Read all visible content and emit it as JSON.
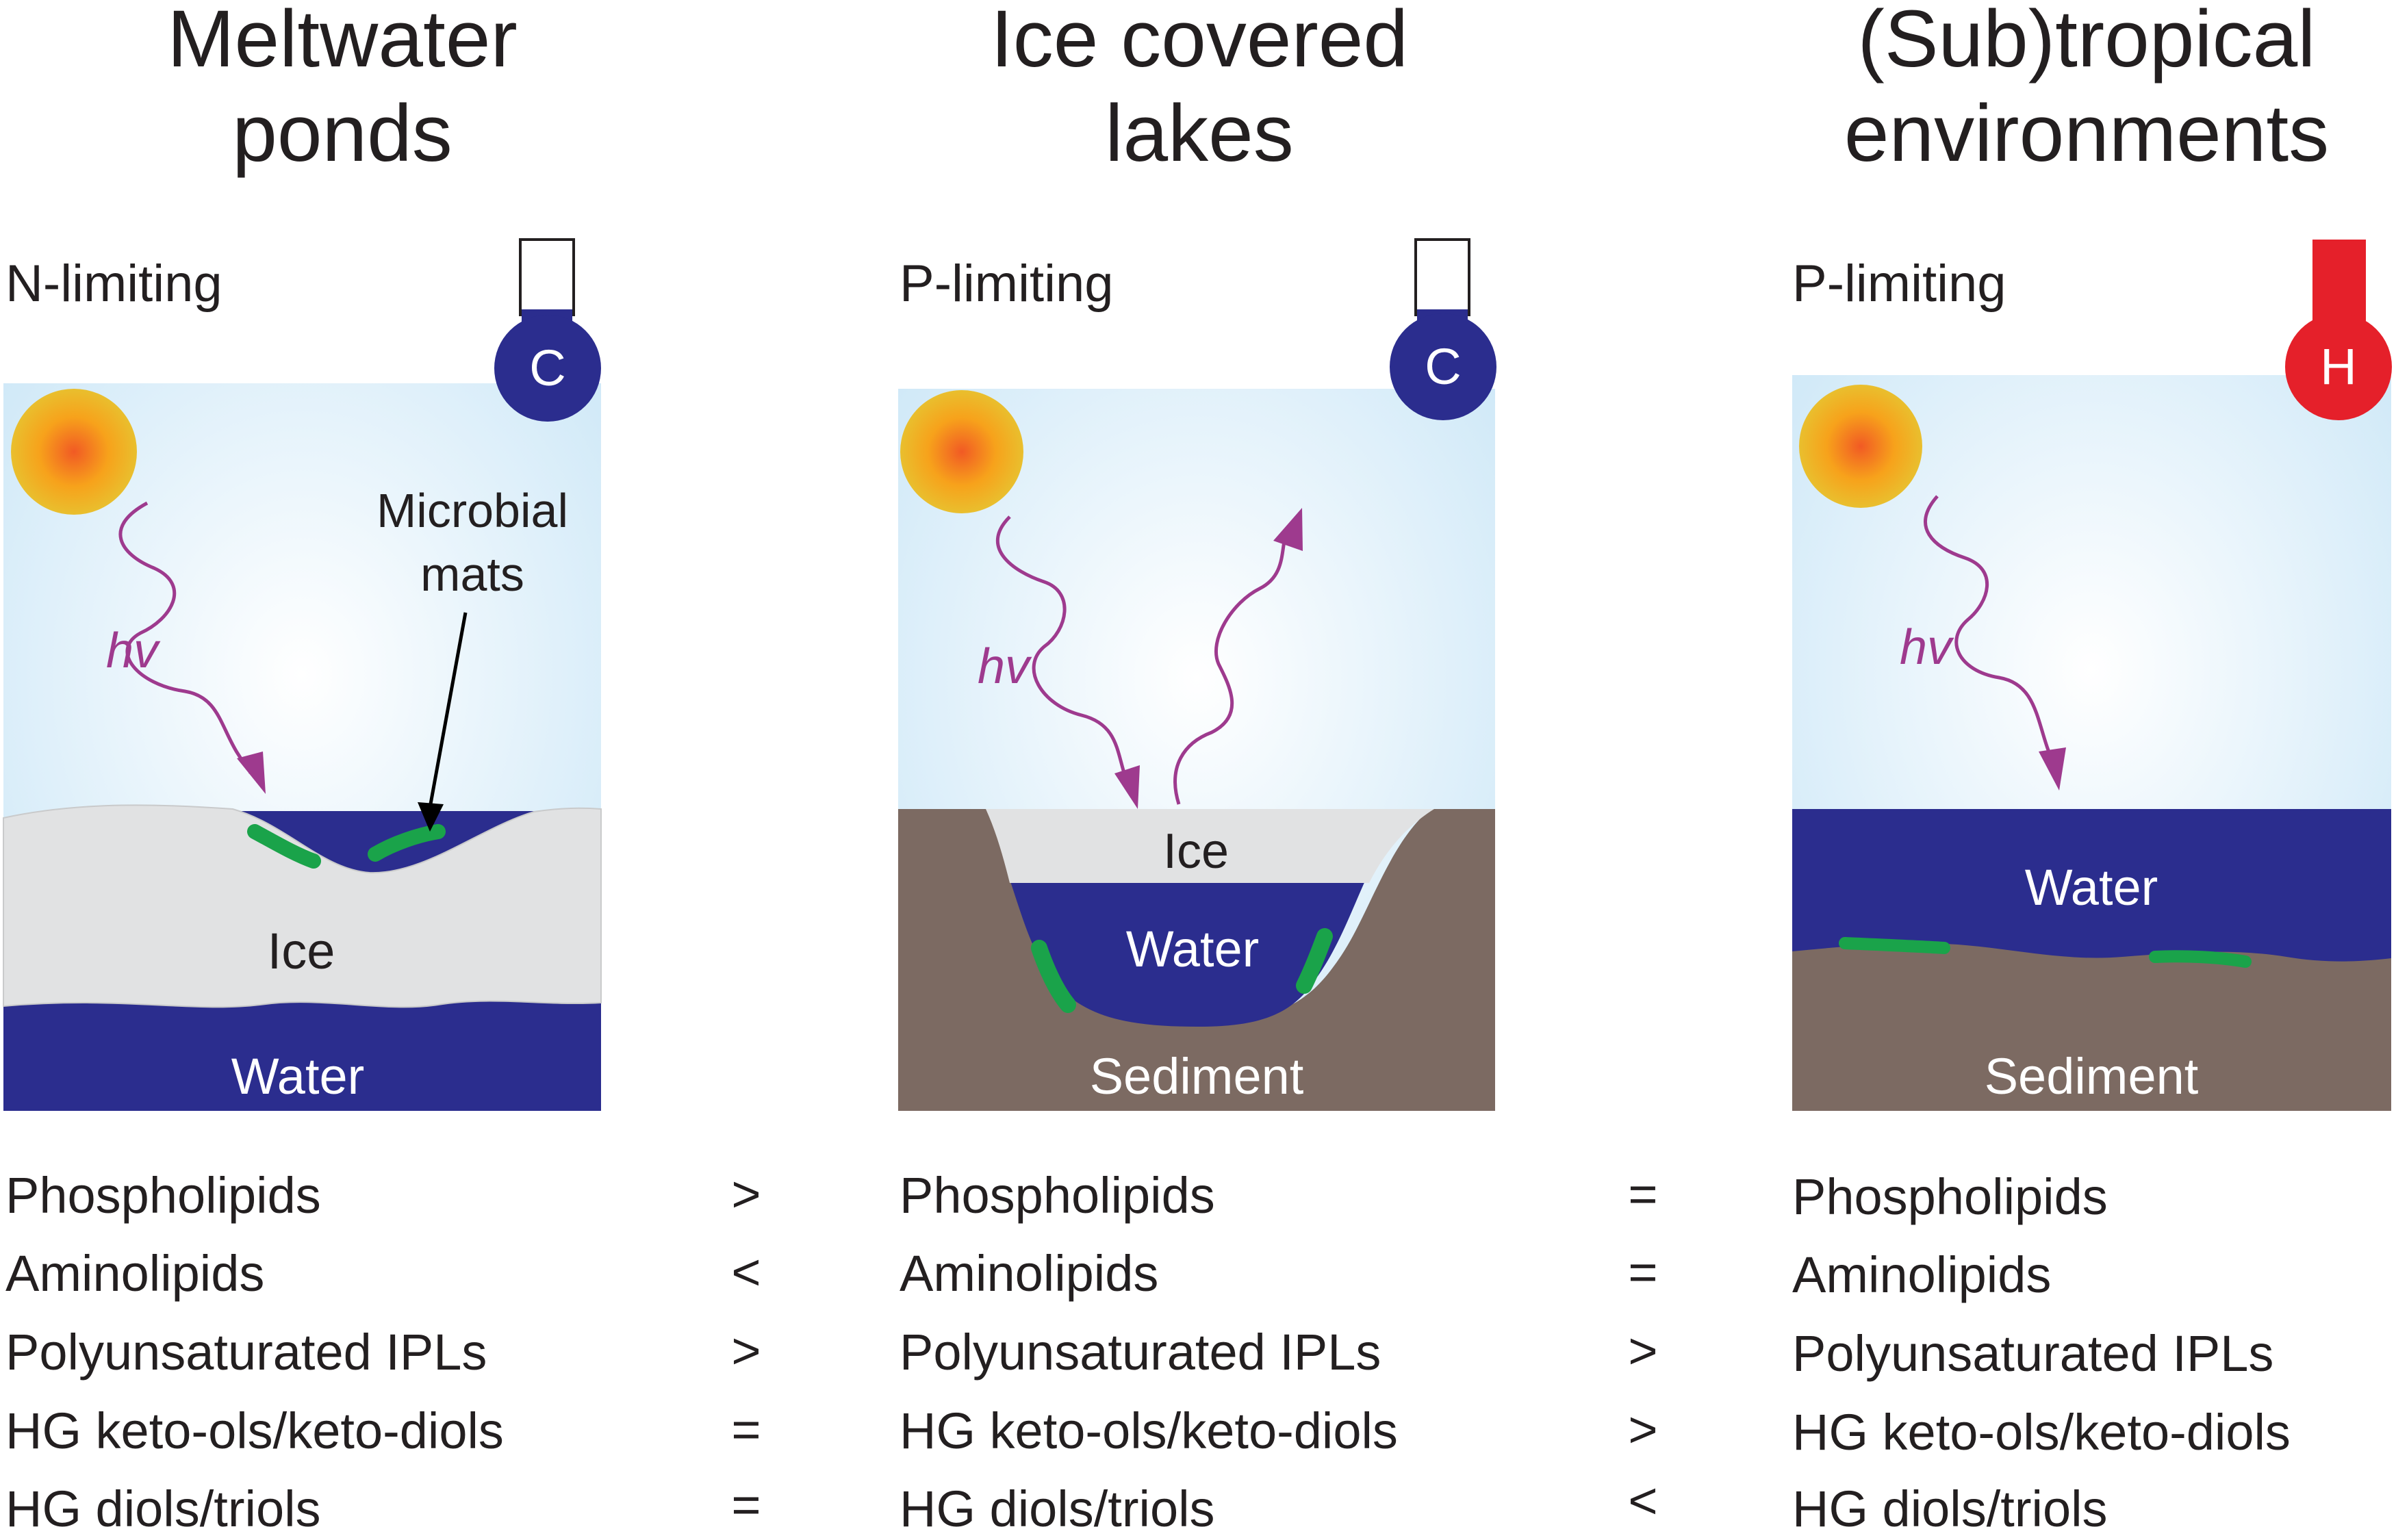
{
  "panels": [
    {
      "title_line1": "Meltwater",
      "title_line2": "ponds",
      "limitation": "N-limiting",
      "thermometer": "C",
      "labels": {
        "hv": "hv",
        "microbial_mats": [
          "Microbial",
          "mats"
        ],
        "ice": "Ice",
        "water": "Water"
      }
    },
    {
      "title_line1": "Ice covered",
      "title_line2": "lakes",
      "limitation": "P-limiting",
      "thermometer": "C",
      "labels": {
        "hv": "hv",
        "ice": "Ice",
        "water": "Water",
        "sediment": "Sediment"
      }
    },
    {
      "title_line1": "(Sub)tropical",
      "title_line2": "environments",
      "limitation": "P-limiting",
      "thermometer": "H",
      "labels": {
        "hv": "hv",
        "water": "Water",
        "sediment": "Sediment"
      }
    }
  ],
  "lipid_classes": [
    "Phospholipids",
    "Aminolipids",
    "Polyunsaturated IPLs",
    "HG keto-ols/keto-diols",
    "HG diols/triols"
  ],
  "comparisons_1_vs_2": [
    ">",
    "<",
    ">",
    "=",
    "="
  ],
  "comparisons_2_vs_3": [
    "=",
    "=",
    ">",
    ">",
    "<"
  ],
  "colors": {
    "sky_top": "#cce7f7",
    "sky_center": "#ffffff",
    "water": "#2b2d8e",
    "ice": "#e1e2e3",
    "sediment": "#7c6a62",
    "mats": "#1aa34a",
    "photon": "#9e3a8e",
    "cold": "#2b2d8e",
    "hot": "#e5202a"
  }
}
